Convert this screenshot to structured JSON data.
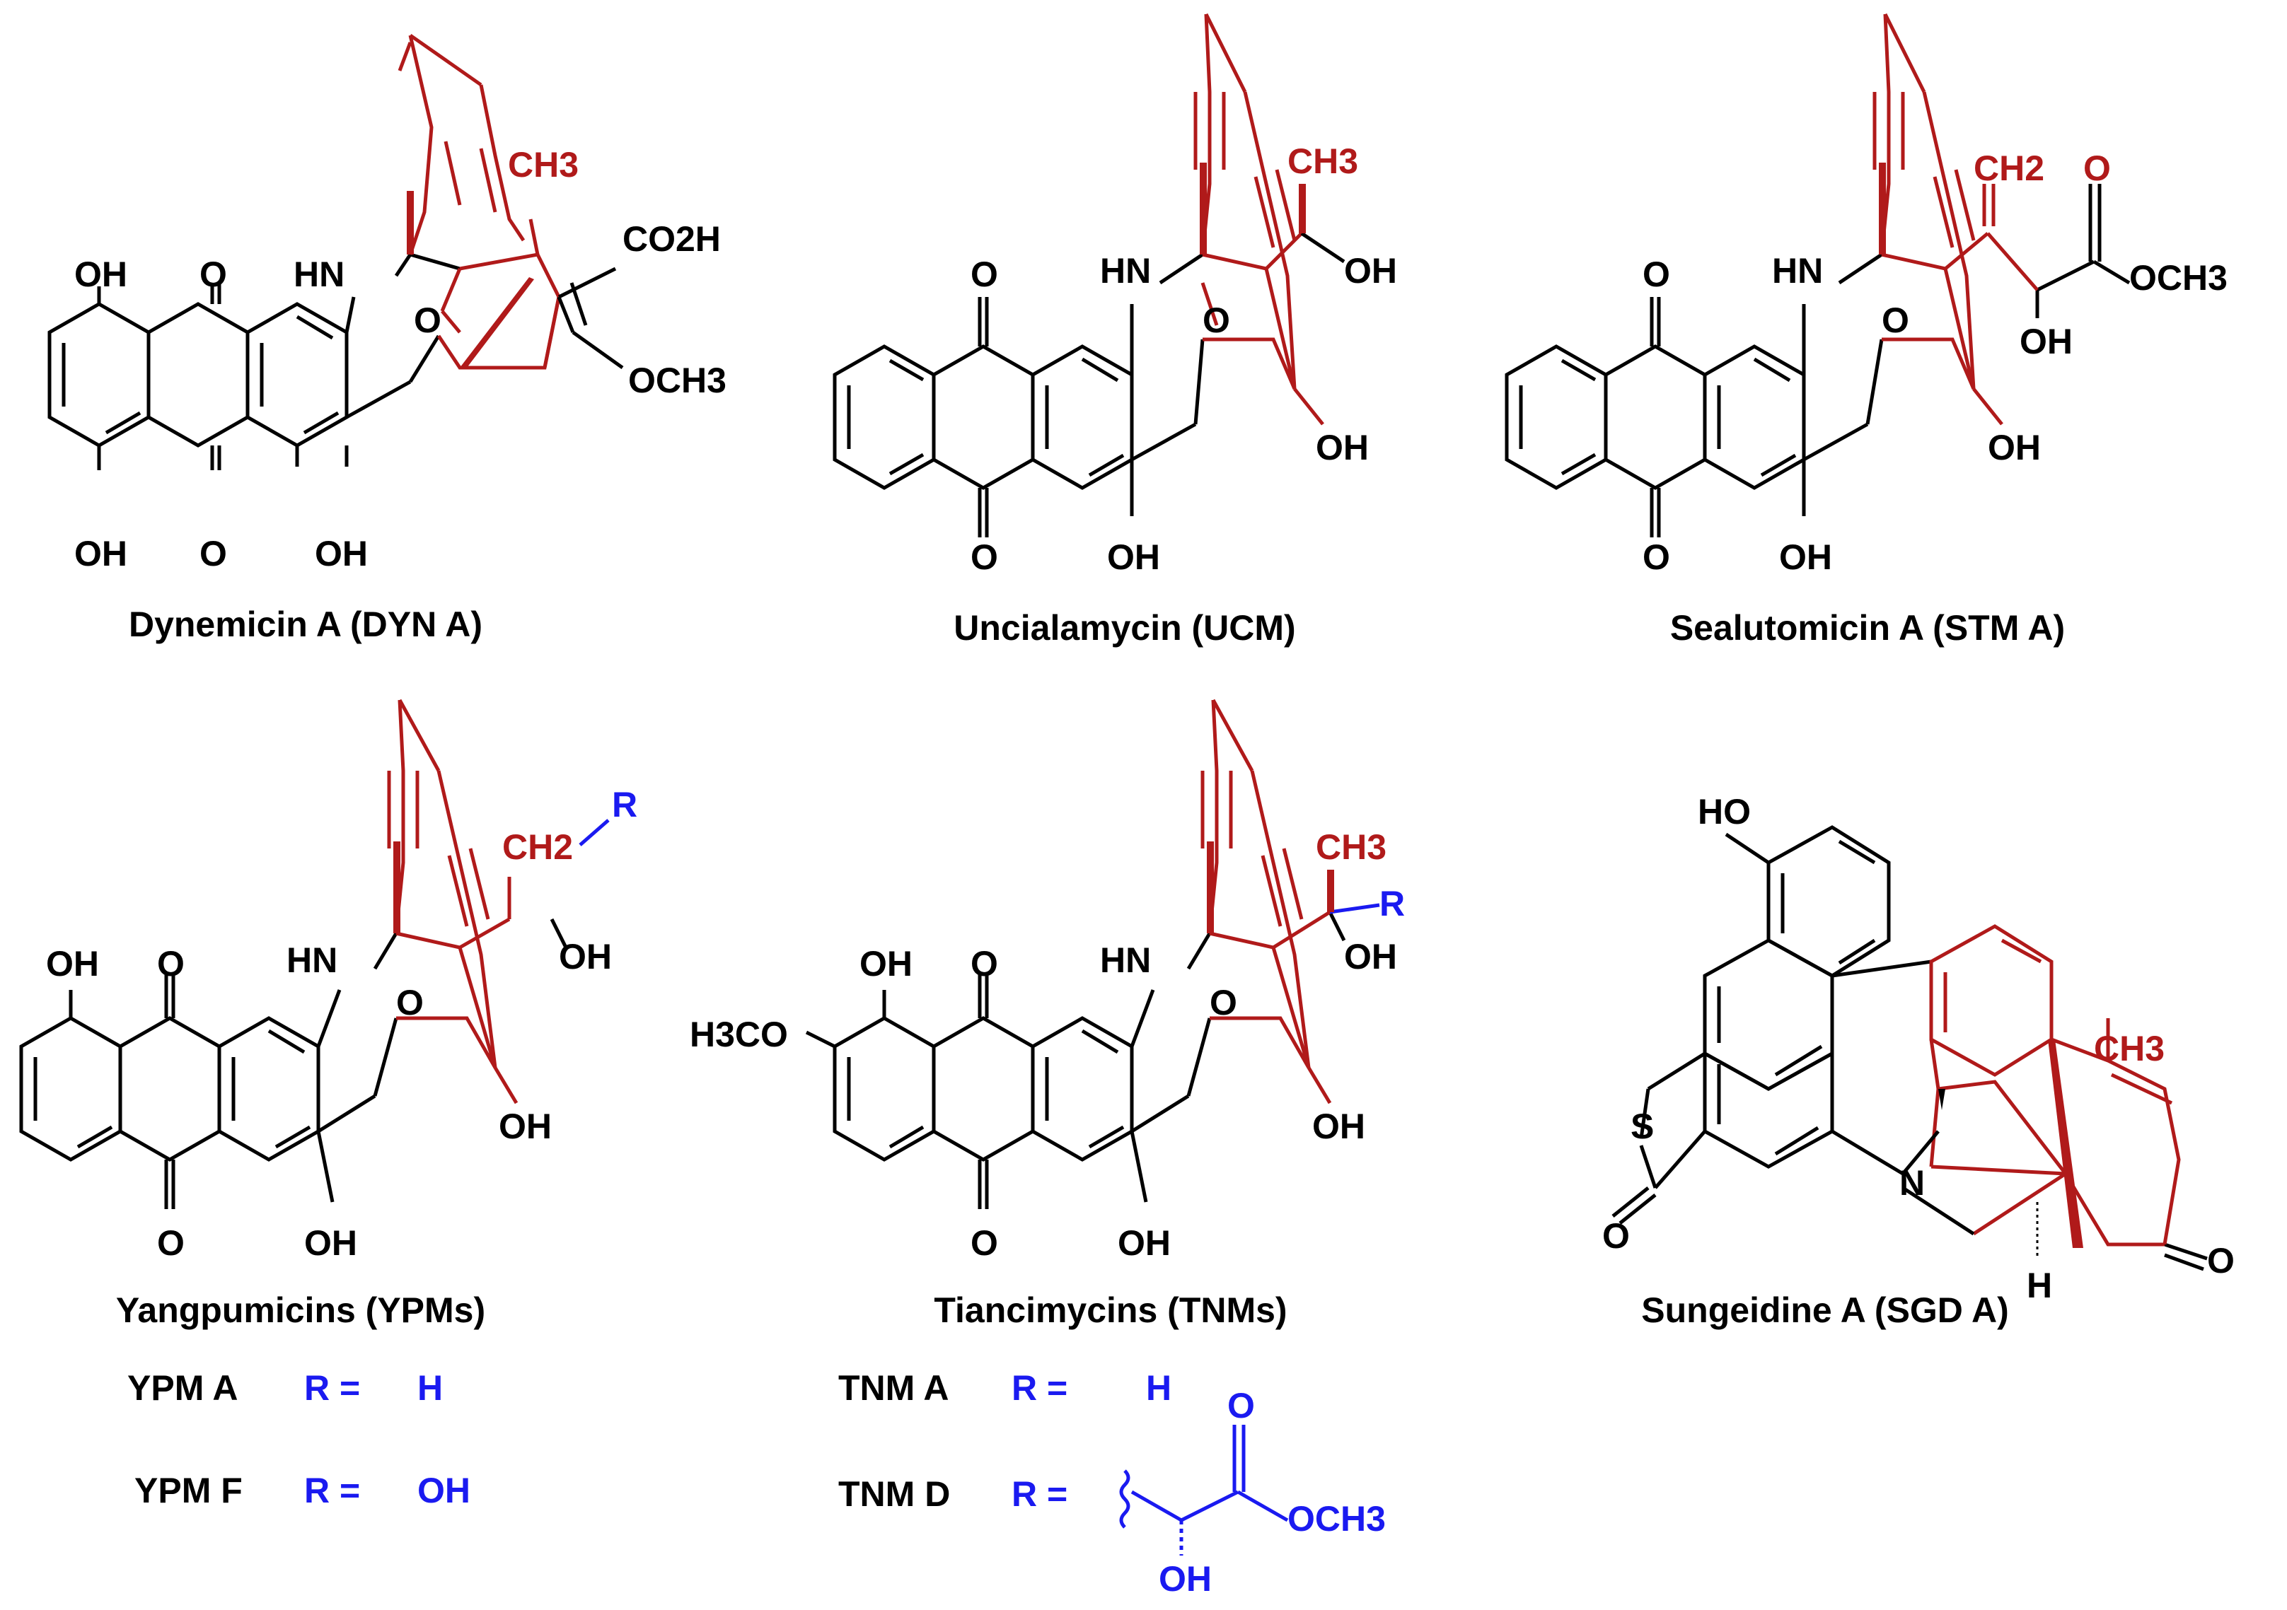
{
  "colors": {
    "core_black": "#000000",
    "enediyne_red": "#b01a1a",
    "substituent_blue": "#1a1af0",
    "background": "#ffffff"
  },
  "compounds": [
    {
      "caption": "Dynemicin A (DYN A)",
      "labels": {
        "oh1": "OH",
        "o1": "O",
        "hn": "HN",
        "oh2": "OH",
        "o2": "O",
        "oh3": "OH",
        "ch3": "CH3",
        "co2h": "CO2H",
        "och3": "OCH3",
        "o_ep": "O"
      }
    },
    {
      "caption": "Uncialamycin (UCM)",
      "labels": {
        "o1": "O",
        "hn": "HN",
        "o2": "O",
        "oh1": "OH",
        "ch3": "CH3",
        "oh2": "OH",
        "oh3": "OH",
        "o_ep": "O"
      }
    },
    {
      "caption": "Sealutomicin A (STM A)",
      "labels": {
        "o1": "O",
        "hn": "HN",
        "o2": "O",
        "oh1": "OH",
        "ch2": "CH2",
        "o_est": "O",
        "och3": "OCH3",
        "oh2": "OH",
        "oh3": "OH",
        "o_ep": "O"
      }
    },
    {
      "caption": "Yangpumicins (YPMs)",
      "labels": {
        "oh1": "OH",
        "o1": "O",
        "hn": "HN",
        "o2": "O",
        "oh2": "OH",
        "ch2": "CH2",
        "r": "R",
        "oh3": "OH",
        "oh4": "OH",
        "o_ep": "O"
      },
      "definitions": [
        {
          "name": "YPM A",
          "r": "R =",
          "value": "H"
        },
        {
          "name": "YPM F",
          "r": "R =",
          "value": "OH"
        }
      ]
    },
    {
      "caption": "Tiancimycins (TNMs)",
      "labels": {
        "h3co": "H3CO",
        "oh1": "OH",
        "o1": "O",
        "hn": "HN",
        "o2": "O",
        "oh2": "OH",
        "ch3": "CH3",
        "r": "R",
        "oh3": "OH",
        "oh4": "OH",
        "o_ep": "O"
      },
      "definitions": [
        {
          "name": "TNM A",
          "r": "R =",
          "value": "H"
        },
        {
          "name": "TNM D",
          "r": "R =",
          "value": "",
          "group": {
            "o": "O",
            "och3": "OCH3",
            "oh": "OH"
          }
        }
      ]
    },
    {
      "caption": "Sungeidine A (SGD A)",
      "labels": {
        "ho": "HO",
        "s": "S",
        "o1": "O",
        "n": "N",
        "ch3": "CH3",
        "o2": "O",
        "h": "H"
      }
    }
  ]
}
